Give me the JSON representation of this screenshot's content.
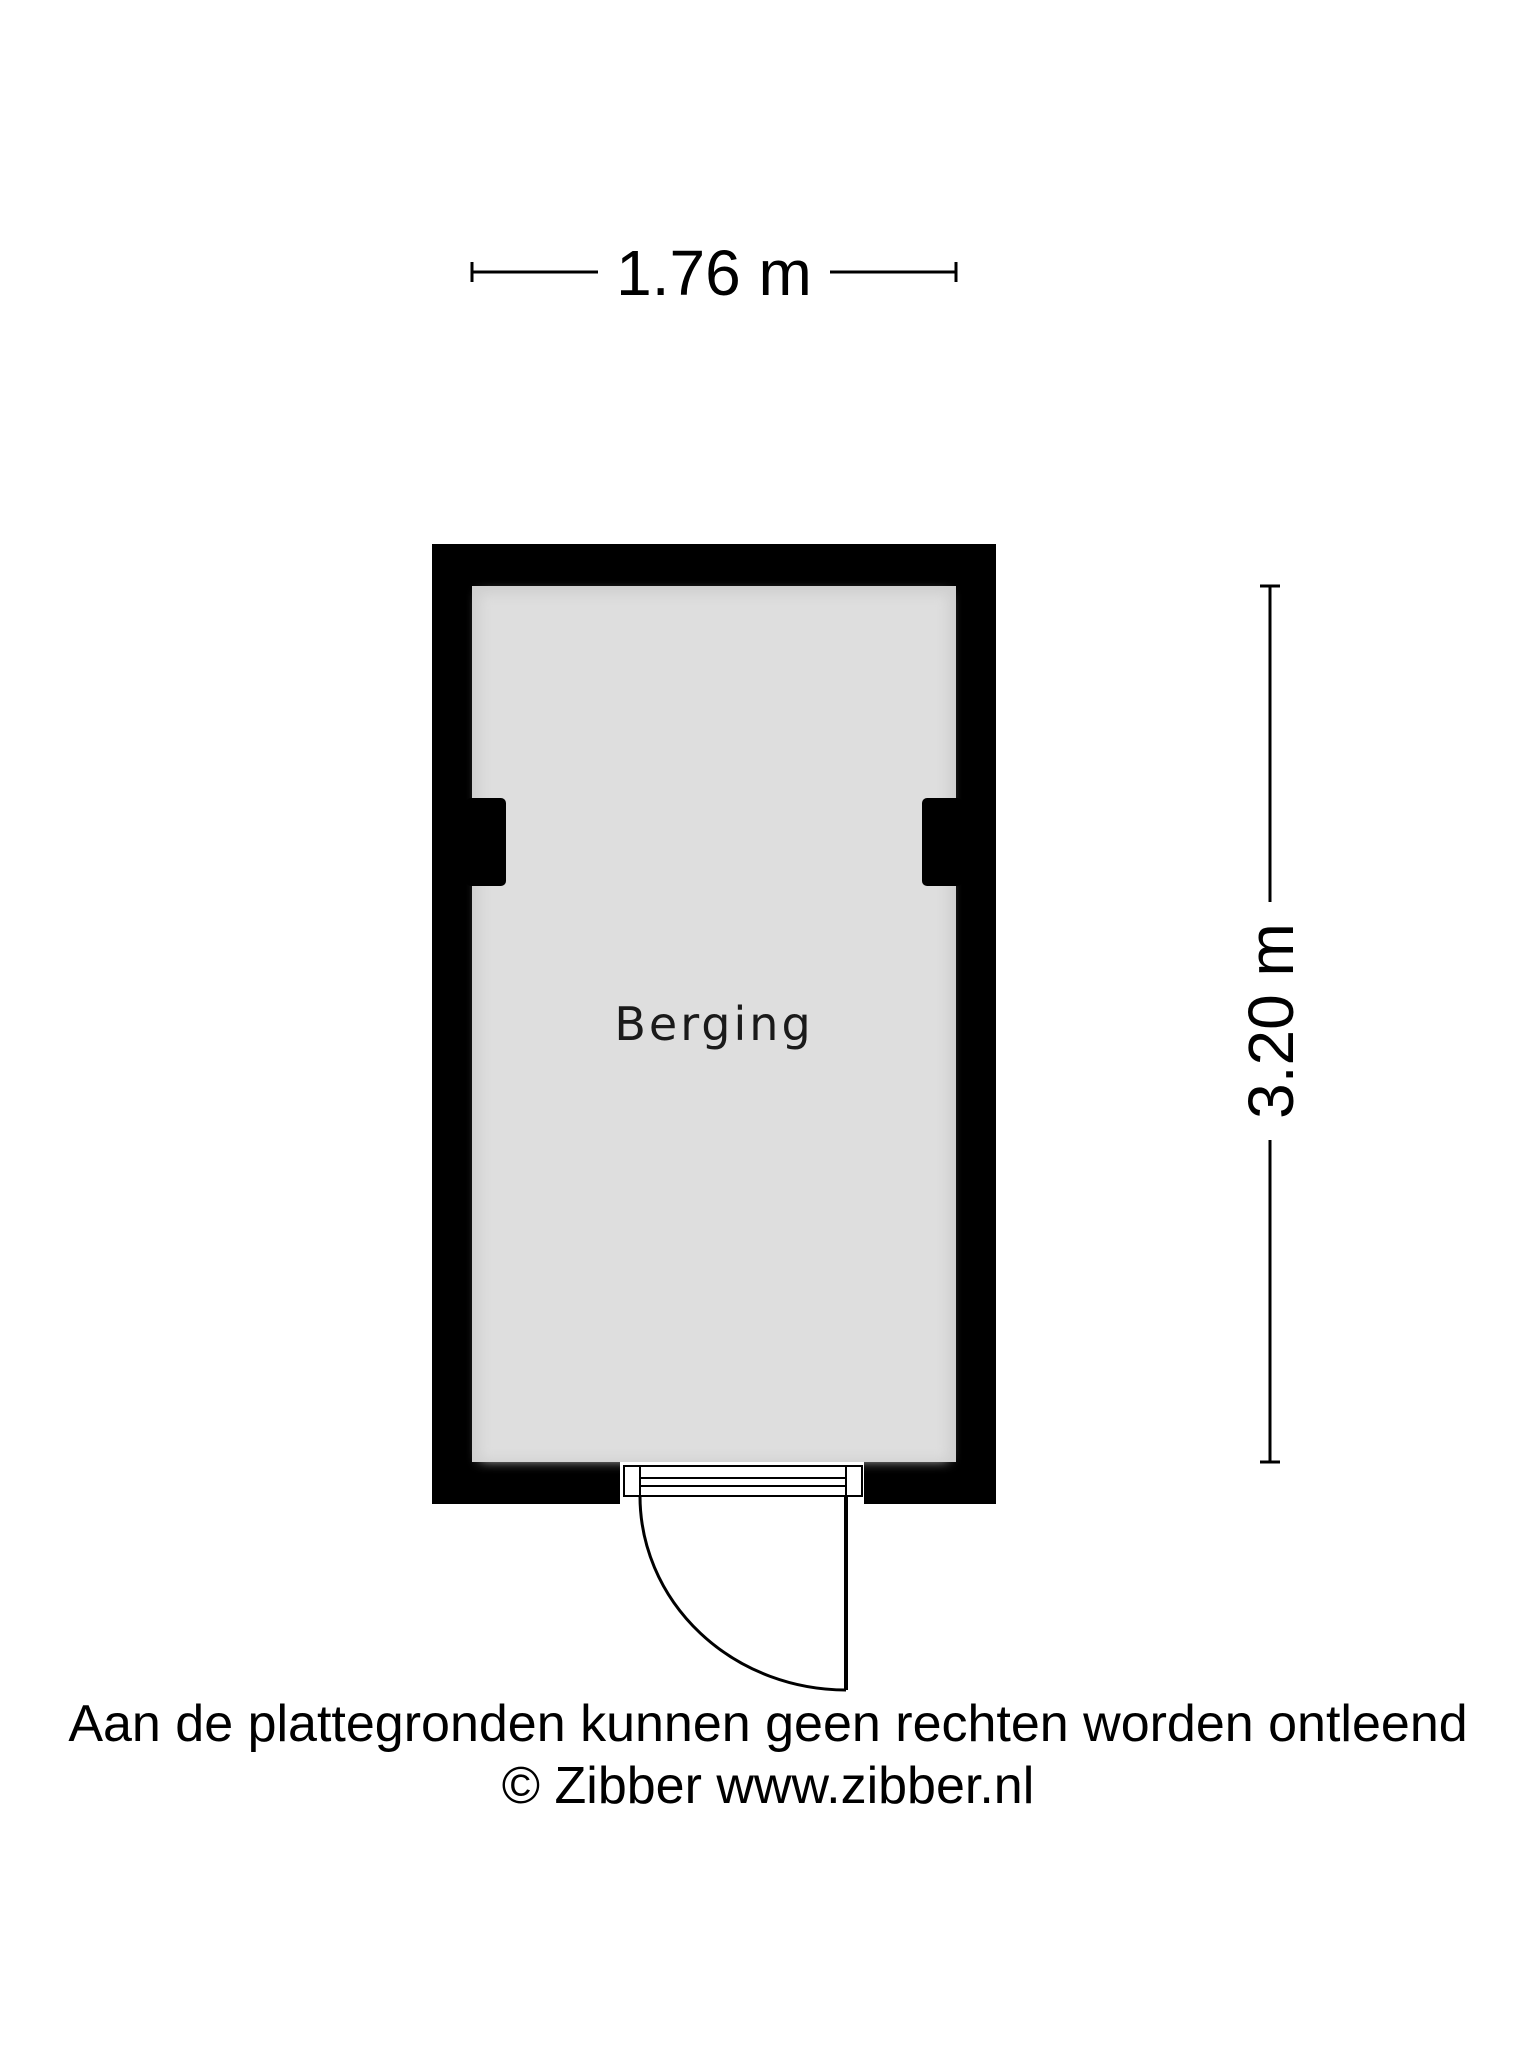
{
  "plan": {
    "width_label": "1.76 m",
    "height_label": "3.20 m",
    "room_name": "Berging"
  },
  "footer": {
    "disclaimer": "Aan de plattegronden kunnen geen rechten worden ontleend",
    "copyright": "© Zibber www.zibber.nl"
  },
  "colors": {
    "wall": "#000000",
    "floor": "#dedede",
    "background": "#ffffff"
  }
}
